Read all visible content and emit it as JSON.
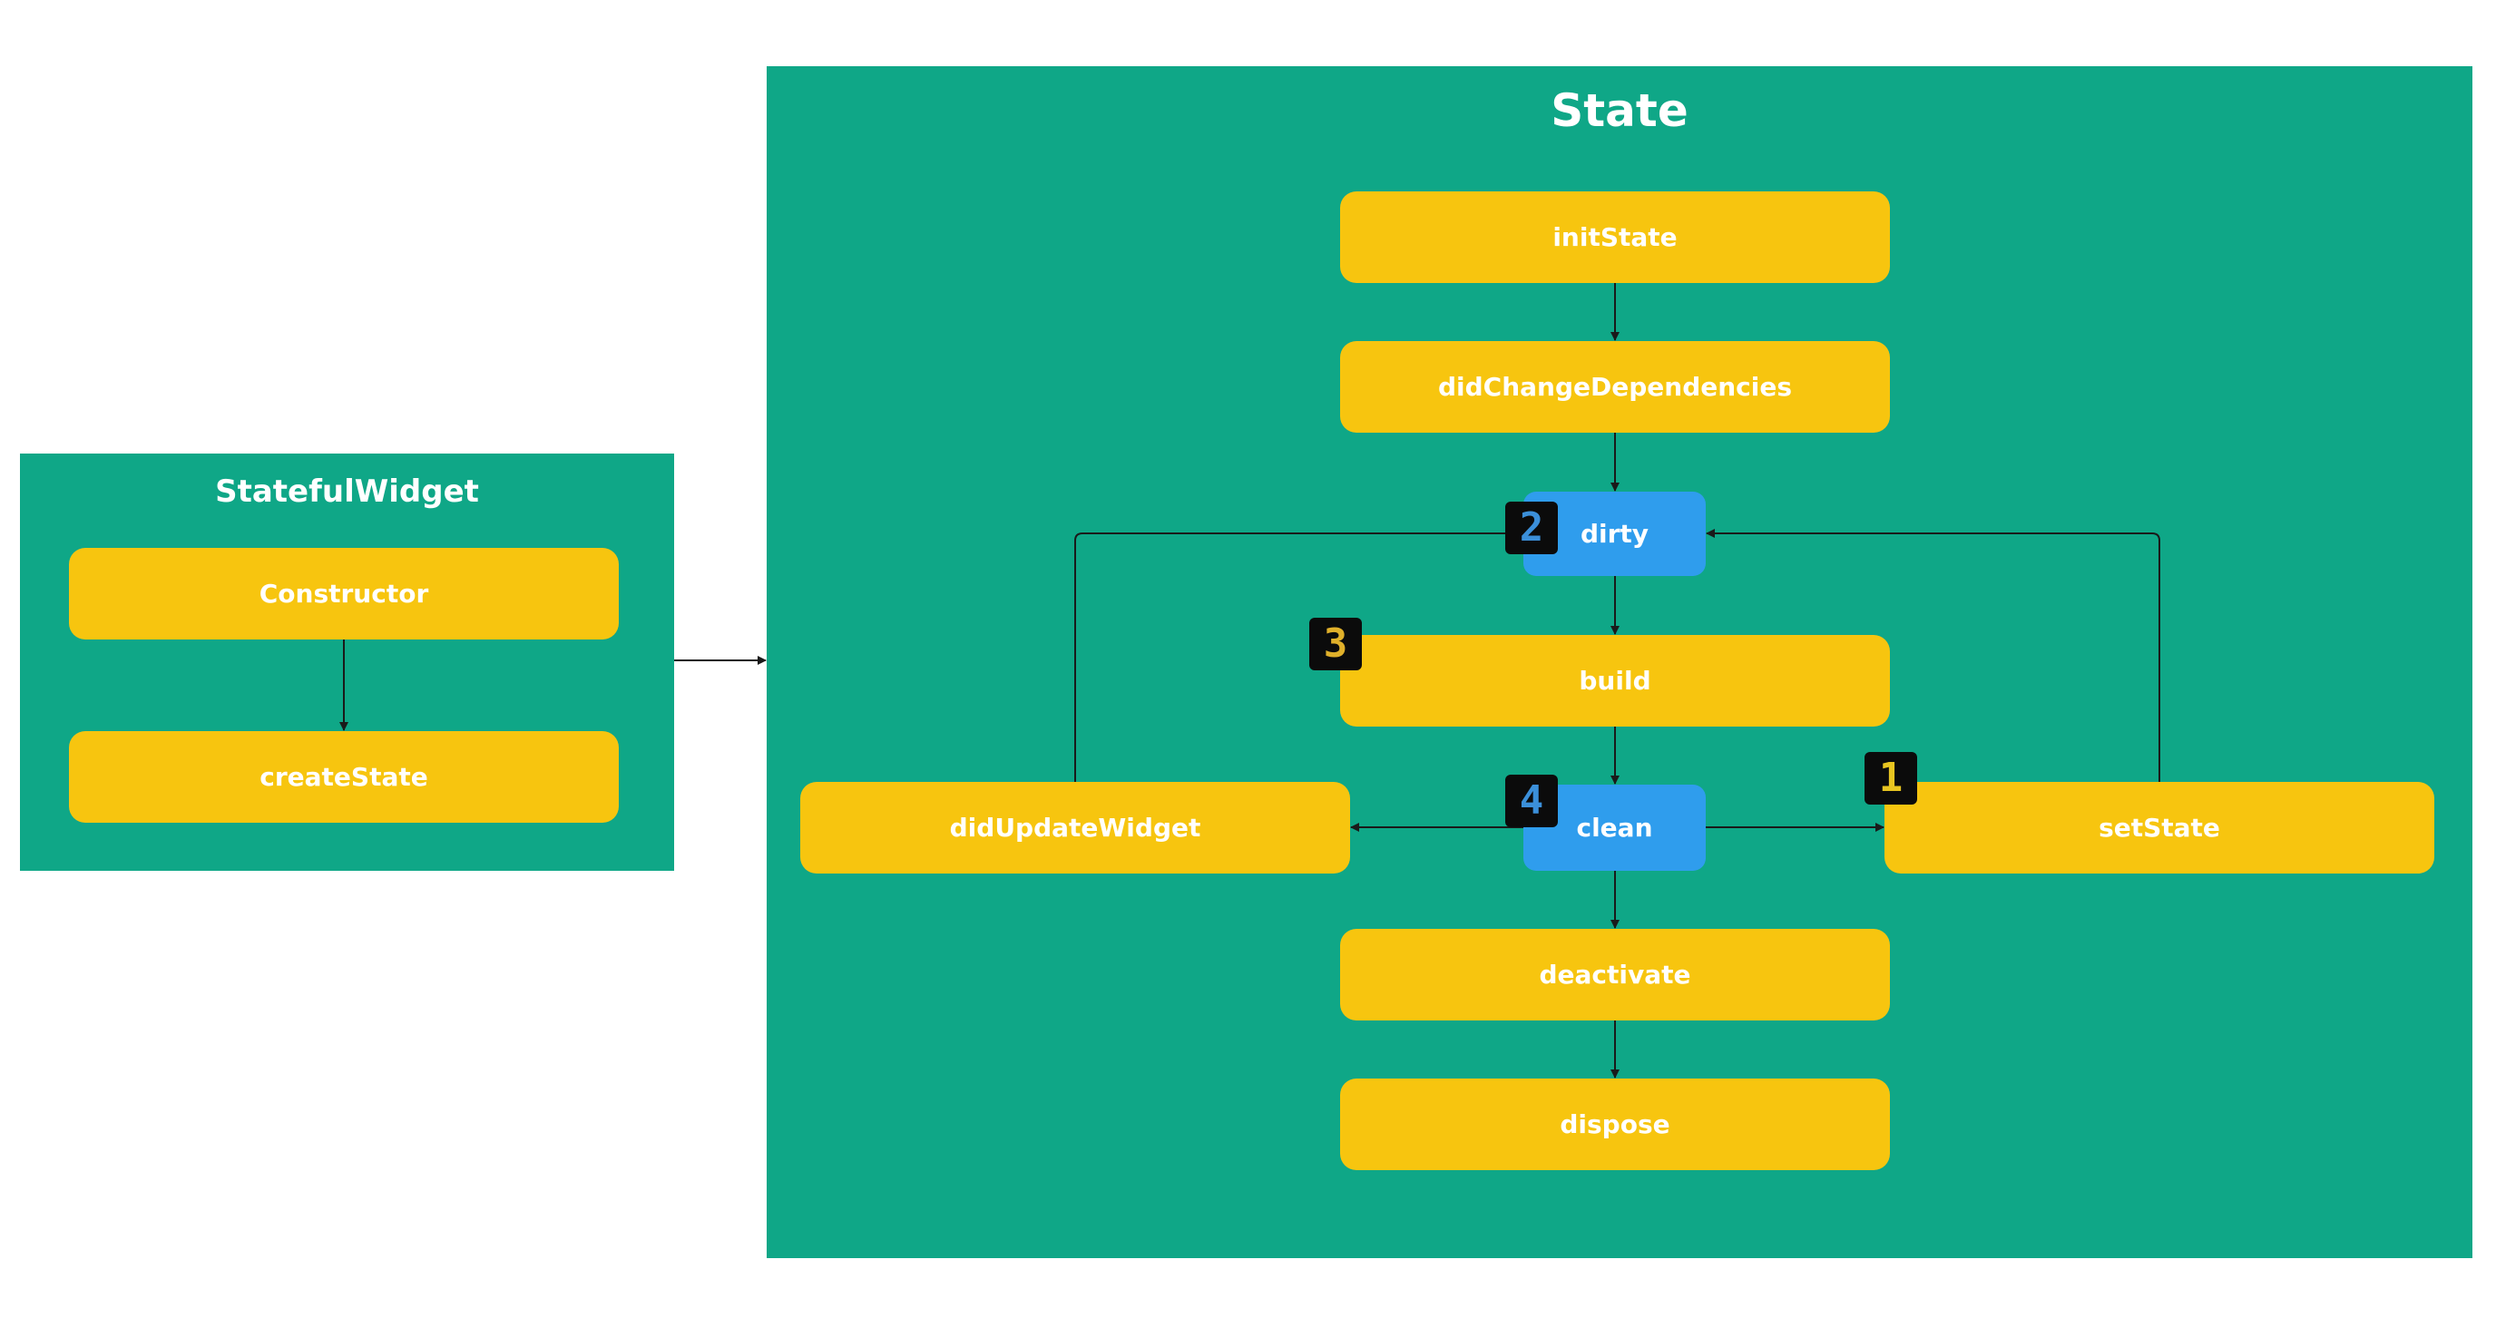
{
  "stateful_widget": {
    "title": "StatefulWidget",
    "constructor": "Constructor",
    "create_state": "createState"
  },
  "state": {
    "title": "State",
    "init_state": "initState",
    "did_change_dependencies": "didChangeDependencies",
    "dirty": "dirty",
    "build": "build",
    "clean": "clean",
    "did_update_widget": "didUpdateWidget",
    "set_state": "setState",
    "deactivate": "deactivate",
    "dispose": "dispose"
  },
  "badges": {
    "one": "1",
    "two": "2",
    "three": "3",
    "four": "4"
  },
  "colors": {
    "panel": "#0fa787",
    "box_yellow": "#f7c50f",
    "box_blue": "#2f9ded",
    "badge_bg": "#0b0b0b",
    "badge_1": "#e8c520",
    "badge_2": "#3b8fd9",
    "badge_3": "#e0b02a",
    "badge_4": "#3b8fd9",
    "connector": "#1a1a1a"
  }
}
